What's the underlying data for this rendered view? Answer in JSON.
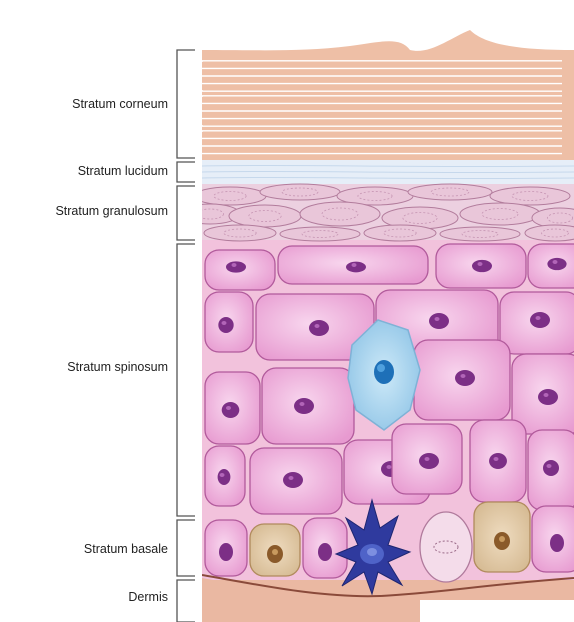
{
  "layers": [
    {
      "id": "corneum",
      "label": "Stratum corneum"
    },
    {
      "id": "lucidum",
      "label": "Stratum lucidum"
    },
    {
      "id": "granulosum",
      "label": "Stratum granulosum"
    },
    {
      "id": "spinosum",
      "label": "Stratum spinosum"
    },
    {
      "id": "basale",
      "label": "Stratum basale"
    },
    {
      "id": "dermis",
      "label": "Dermis"
    }
  ],
  "colors": {
    "corneum": "#eebfa6",
    "corneum_line": "#ffffff",
    "lucidum": "#e4eef8",
    "granulosum": "#e9c6d9",
    "cell_fill": "#f1b5da",
    "cell_edge": "#a85a92",
    "nucleus": "#7c2f86",
    "langerhans": "#a9d6ef",
    "melanocyte": "#2f3a9e",
    "dermis": "#eab8a2",
    "bracket": "#555555"
  }
}
